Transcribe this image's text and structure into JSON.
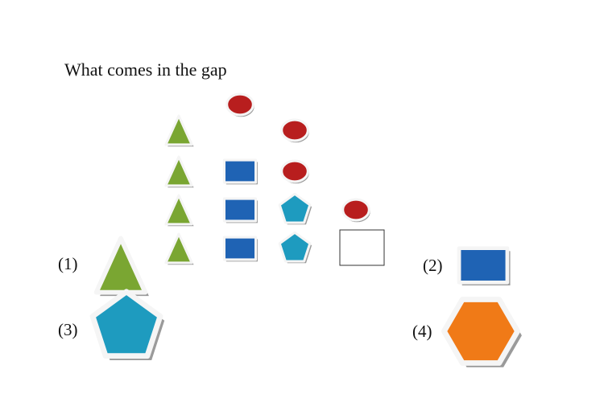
{
  "question": "What comes in the gap",
  "colors": {
    "triangle": "#7aa632",
    "square": "#1f63b4",
    "pentagon": "#1e9bbf",
    "circle": "#b81e1e",
    "hexagon": "#f07a17",
    "shape_border": "#f5f5f5",
    "shadow": "#9a9a9a",
    "gap_border": "#333333"
  },
  "grid": [
    [
      "",
      "circle",
      "",
      ""
    ],
    [
      "triangle",
      "",
      "circle",
      ""
    ],
    [
      "triangle",
      "square",
      "circle",
      ""
    ],
    [
      "triangle",
      "square",
      "pentagon",
      "circle"
    ],
    [
      "triangle",
      "square",
      "pentagon",
      "gap"
    ]
  ],
  "options": [
    {
      "label": "(1)",
      "shape": "triangle"
    },
    {
      "label": "(2)",
      "shape": "square"
    },
    {
      "label": "(3)",
      "shape": "pentagon"
    },
    {
      "label": "(4)",
      "shape": "hexagon"
    }
  ]
}
